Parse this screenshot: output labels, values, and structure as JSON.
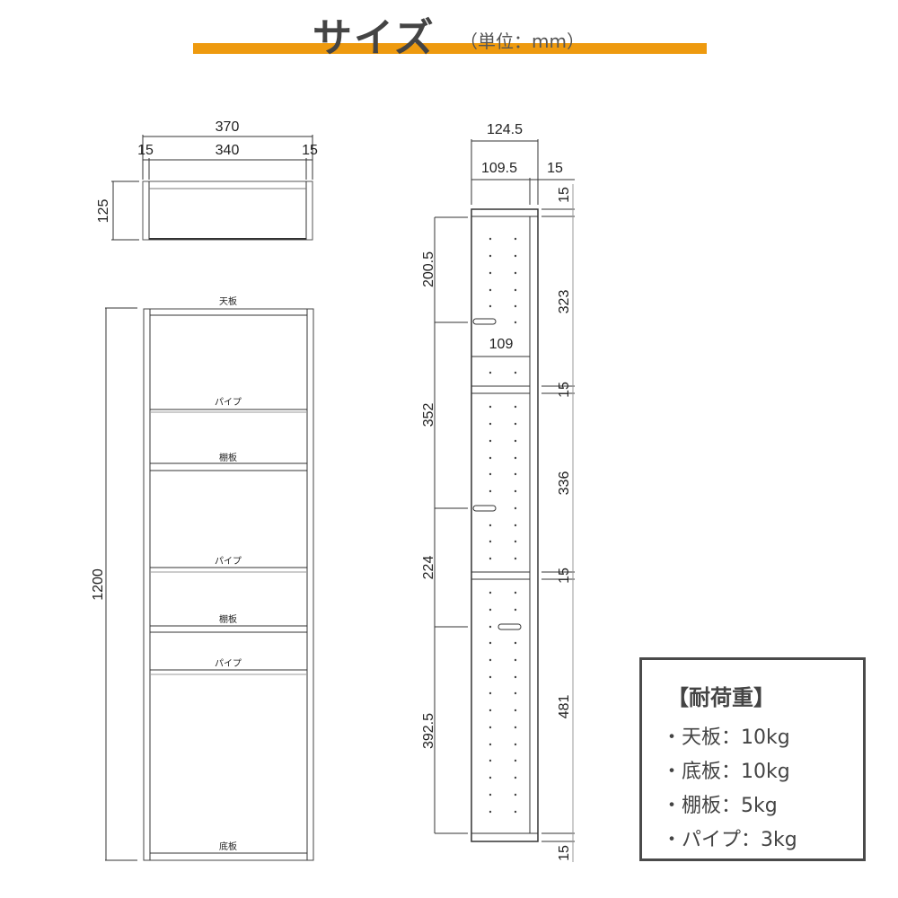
{
  "header": {
    "title": "サイズ",
    "unit": "（単位：mm）",
    "accent_color": "#ee9a0f"
  },
  "top_view": {
    "width_total": "370",
    "left_side": "15",
    "inner_width": "340",
    "right_side": "15",
    "depth": "125"
  },
  "front_view": {
    "height_total": "1200",
    "labels": {
      "top_board": "天板",
      "pipe_1": "パイプ",
      "shelf_1": "棚板",
      "pipe_2": "パイプ",
      "shelf_2": "棚板",
      "pipe_3": "パイプ",
      "bottom_board": "底板"
    }
  },
  "side_view": {
    "depth_total": "124.5",
    "depth_inner": "109.5",
    "back_thickness": "15",
    "top_thickness": "15",
    "pipe_offset_1": "200.5",
    "pipe_depth": "109",
    "pipe_offset_2": "352",
    "pipe_offset_3": "224",
    "pipe_offset_4": "392.5",
    "section_1": "323",
    "shelf_1_thickness": "15",
    "section_2": "336",
    "shelf_2_thickness": "15",
    "section_3": "481",
    "bottom_thickness": "15"
  },
  "load_capacity": {
    "title": "【耐荷重】",
    "items": [
      "・天板：10kg",
      "・底板：10kg",
      "・棚板：5kg",
      "・パイプ：3kg"
    ]
  }
}
